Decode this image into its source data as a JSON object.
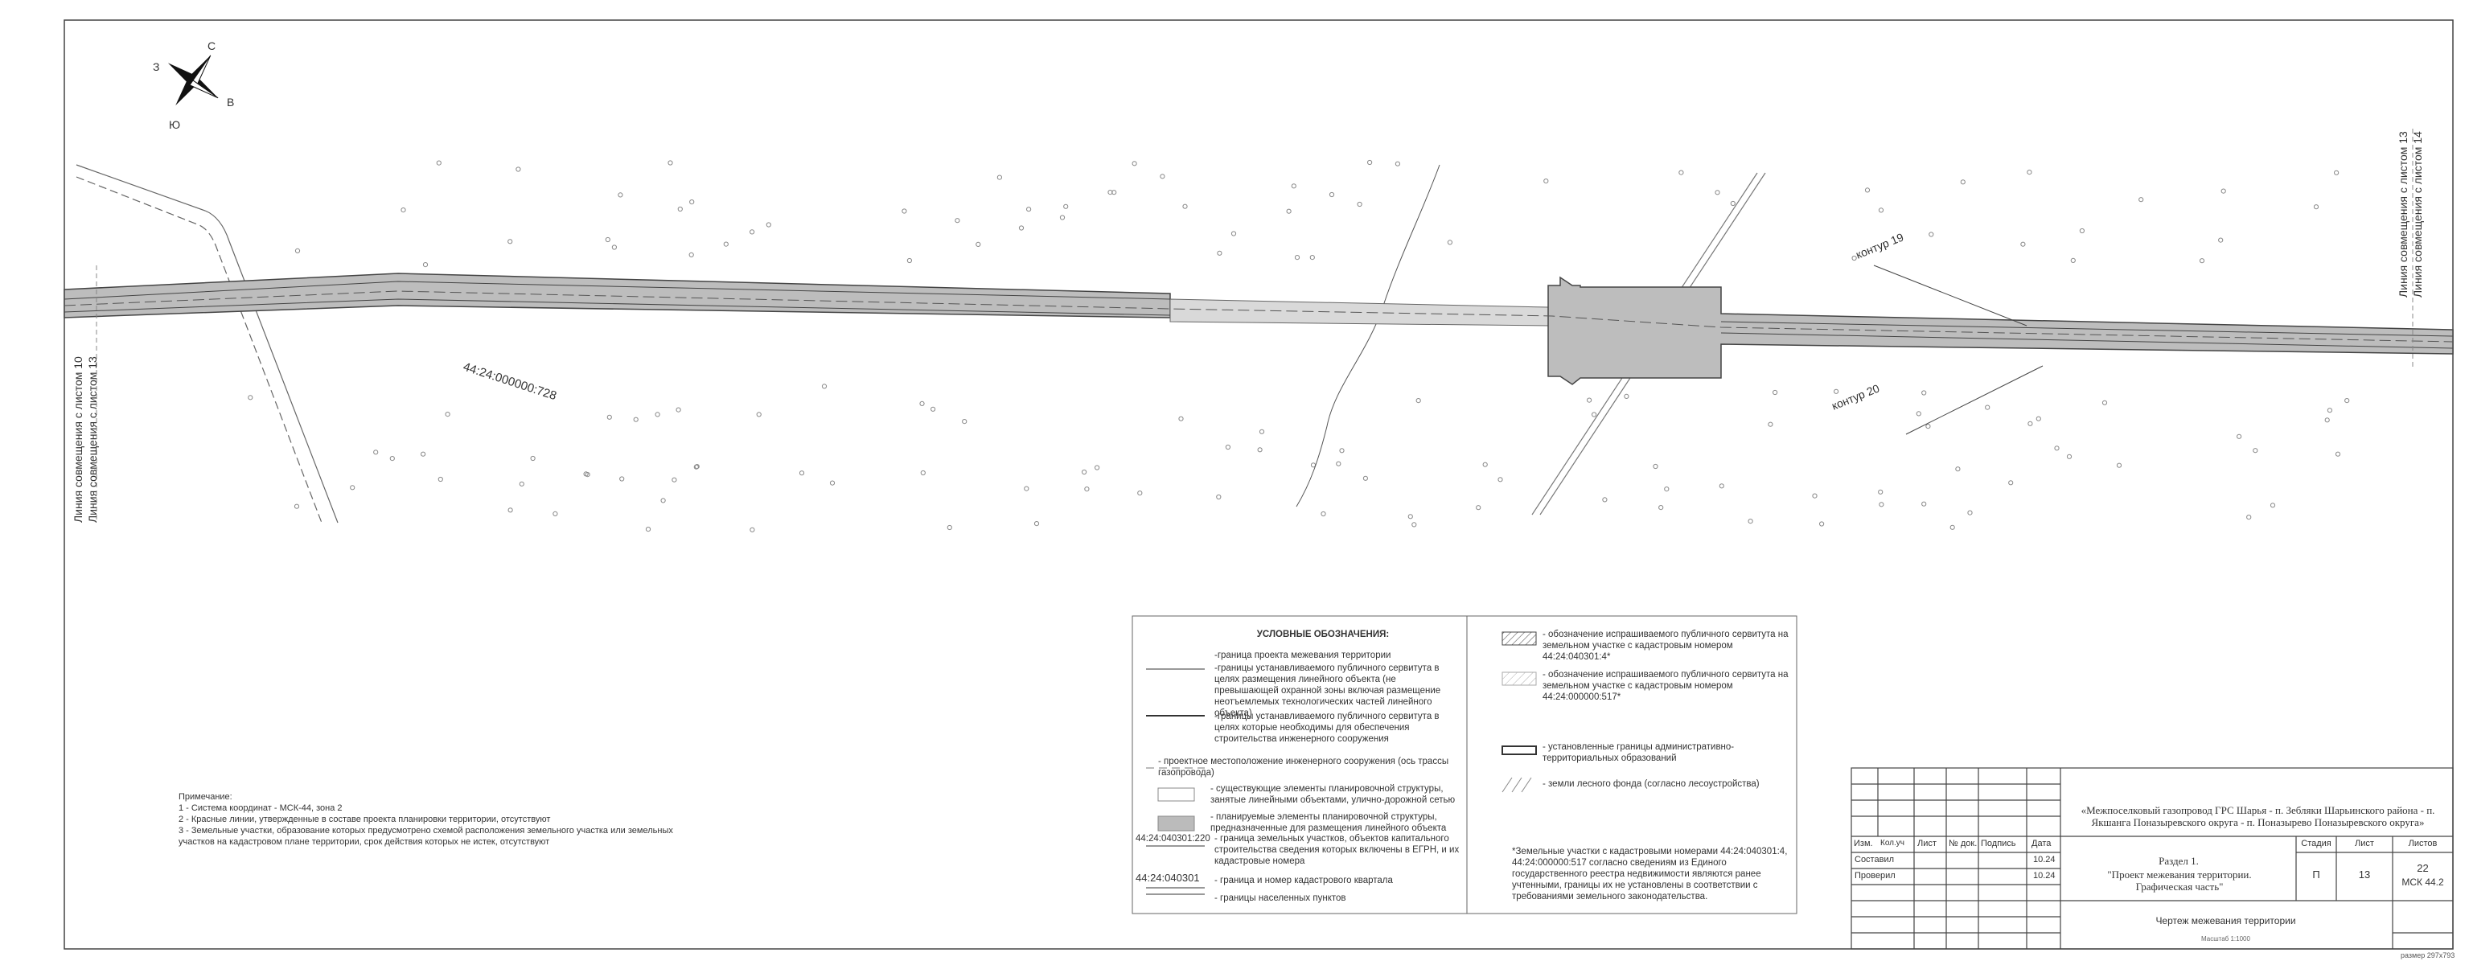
{
  "map": {
    "compass": {
      "n": "С",
      "s": "Ю",
      "w": "З",
      "e": "В"
    },
    "match_left": [
      "Линия совмещения с листом 10",
      "Линия совмещения с листом 13"
    ],
    "match_right": [
      "Линия совмещения с листом 13",
      "Линия совмещения с листом 14"
    ],
    "cadastre_label": "44:24:000000:728",
    "contour_19": "контур 19",
    "contour_20": "контур 20"
  },
  "legend": {
    "title": "УСЛОВНЫЕ ОБОЗНАЧЕНИЯ:",
    "items": [
      "-граница проекта межевания территории",
      "-границы устанавливаемого публичного сервитута в целях размещения линейного объекта (не превышающей охранной зоны включая размещение неотъемлемых технологических частей линейного объекта)",
      "-границы устанавливаемого публичного сервитута в целях которые необходимы для обеспечения строительства инженерного сооружения",
      "- проектное местоположение инженерного сооружения (ось трассы газопровода)",
      "- существующие элементы планировочной структуры, занятые линейными объектами, улично-дорожной сетью",
      "- планируемые элементы планировочной структуры, предназначенные для размещения линейного объекта",
      "- граница земельных участков, объектов капитального строительства сведения которых включены в ЕГРН, и их кадастровые номера",
      "- граница и номер кадастрового квартала",
      "- границы населенных пунктов"
    ],
    "sample_parcel": "44:24:040301:220",
    "sample_quarter": "44:24:040301",
    "right_items": [
      "- обозначение испрашиваемого публичного сервитута на земельном участке с кадастровым номером 44:24:040301:4*",
      "- обозначение испрашиваемого публичного сервитута на земельном участке с кадастровым номером 44:24:000000:517*",
      "- установленные границы административно-территориальных образований",
      "- земли лесного фонда (согласно лесоустройства)"
    ],
    "footnote": "*Земельные участки с кадастровыми номерами 44:24:040301:4, 44:24:000000:517 согласно сведениям из Единого государственного реестра недвижимости являются ранее учтенными, границы их не установлены в соответствии с требованиями земельного законодательства."
  },
  "notes": {
    "title": "Примечание:",
    "lines": [
      "1 - Система координат - МСК-44, зона 2",
      "2 - Красные линии, утвержденные в составе проекта планировки территории, отсутствуют",
      "3 - Земельные участки, образование которых предусмотрено схемой расположения земельного участка или земельных участков на кадастровом плане территории, срок действия которых не истек, отсутствуют"
    ]
  },
  "title_block": {
    "project": "«Межпоселковый газопровод ГРС Шарья - п. Зебляки Шарьинского района - п. Якшанга Поназыревского округа - п. Поназырево Поназыревского округа»",
    "headers": [
      "Изм.",
      "Кол.уч",
      "Лист",
      "№ док.",
      "Подпись",
      "Дата"
    ],
    "composed": "Составил",
    "checked": "Проверил",
    "date1": "10.24",
    "date2": "10.24",
    "section": "Раздел 1.",
    "doc_name": "\"Проект межевания территории. Графическая часть\"",
    "stage_h": "Стадия",
    "sheet_h": "Лист",
    "sheets_h": "Листов",
    "stage": "П",
    "sheet": "13",
    "sheets": "22",
    "msk": "МСК 44.2",
    "drawing": "Чертеж межевания территории",
    "scale": "Масштаб 1:1000"
  },
  "format": "размер 297x793"
}
